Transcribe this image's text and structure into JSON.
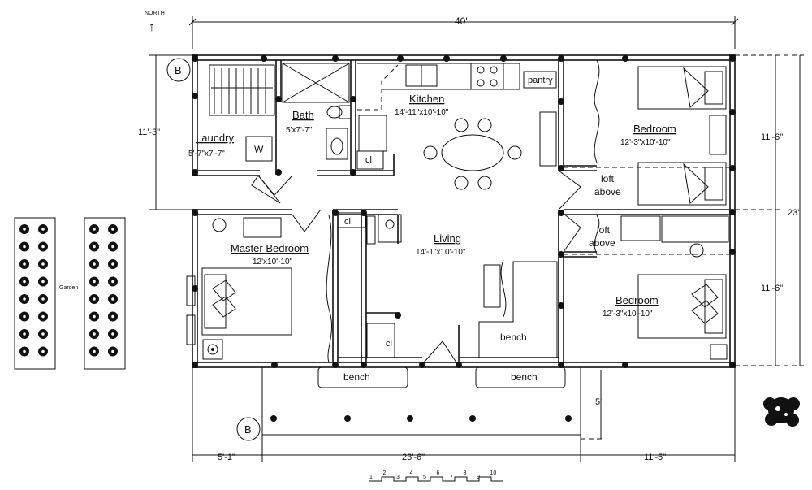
{
  "compass": {
    "label": "NORTH",
    "arrow": "↑"
  },
  "section_markers": {
    "top": "B",
    "bottom": "B"
  },
  "dimensions": {
    "overall_width": "40'",
    "overall_depth": "23'",
    "left_upper": "11'-3\"",
    "right_upper": "11'-6\"",
    "right_lower": "11'-6\"",
    "porch_depth": "5'",
    "bottom_left": "5'-1\"",
    "bottom_mid": "23'-6\"",
    "bottom_right": "11'-5\""
  },
  "rooms": {
    "laundry": {
      "name": "Laundry",
      "size": "5'-7\"x7'-7\""
    },
    "bath": {
      "name": "Bath",
      "size": "5'x7'-7\""
    },
    "kitchen": {
      "name": "Kitchen",
      "size": "14'-11\"x10'-10\""
    },
    "bedroom_ne": {
      "name": "Bedroom",
      "size": "12'-3\"x10'-10\""
    },
    "master": {
      "name": "Master  Bedroom",
      "size": "12'x10'-10\""
    },
    "living": {
      "name": "Living",
      "size": "14'-1\"x10'-10\""
    },
    "bedroom_se": {
      "name": "Bedroom",
      "size": "12'-3\"x10'-10\""
    }
  },
  "labels": {
    "pantry": "pantry",
    "washer": "W",
    "closet_bath": "cl",
    "closet_master": "cl",
    "closet_living": "cl",
    "loft_upper_1": "loft",
    "loft_upper_2": "above",
    "loft_lower_1": "loft",
    "loft_lower_2": "above",
    "bench_living": "bench",
    "bench_porch_left": "bench",
    "bench_porch_right": "bench",
    "garden": "Garden"
  },
  "scale_bar": {
    "ticks": [
      "1",
      "2",
      "3",
      "4",
      "5",
      "6",
      "7",
      "8",
      "9",
      "10"
    ]
  }
}
